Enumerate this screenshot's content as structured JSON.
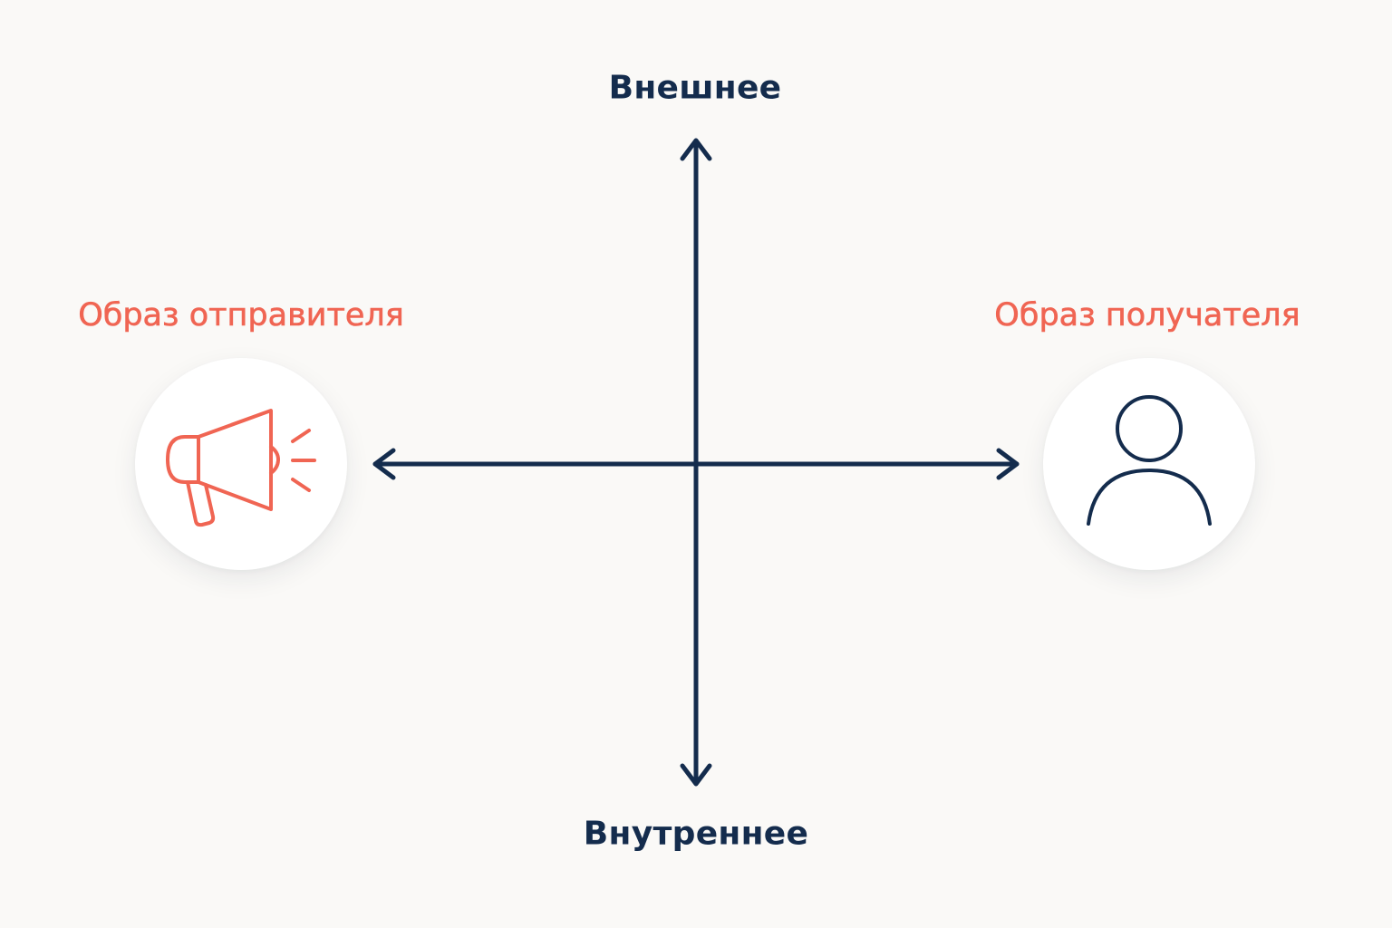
{
  "axes": {
    "top_label": "Внешнее",
    "bottom_label": "Внутреннее"
  },
  "sender": {
    "label": "Образ отправителя",
    "icon": "megaphone-icon"
  },
  "receiver": {
    "label": "Образ получателя",
    "icon": "person-icon"
  },
  "colors": {
    "background": "#faf9f7",
    "axis": "#142c4d",
    "accent": "#f06553",
    "circle": "#ffffff"
  }
}
